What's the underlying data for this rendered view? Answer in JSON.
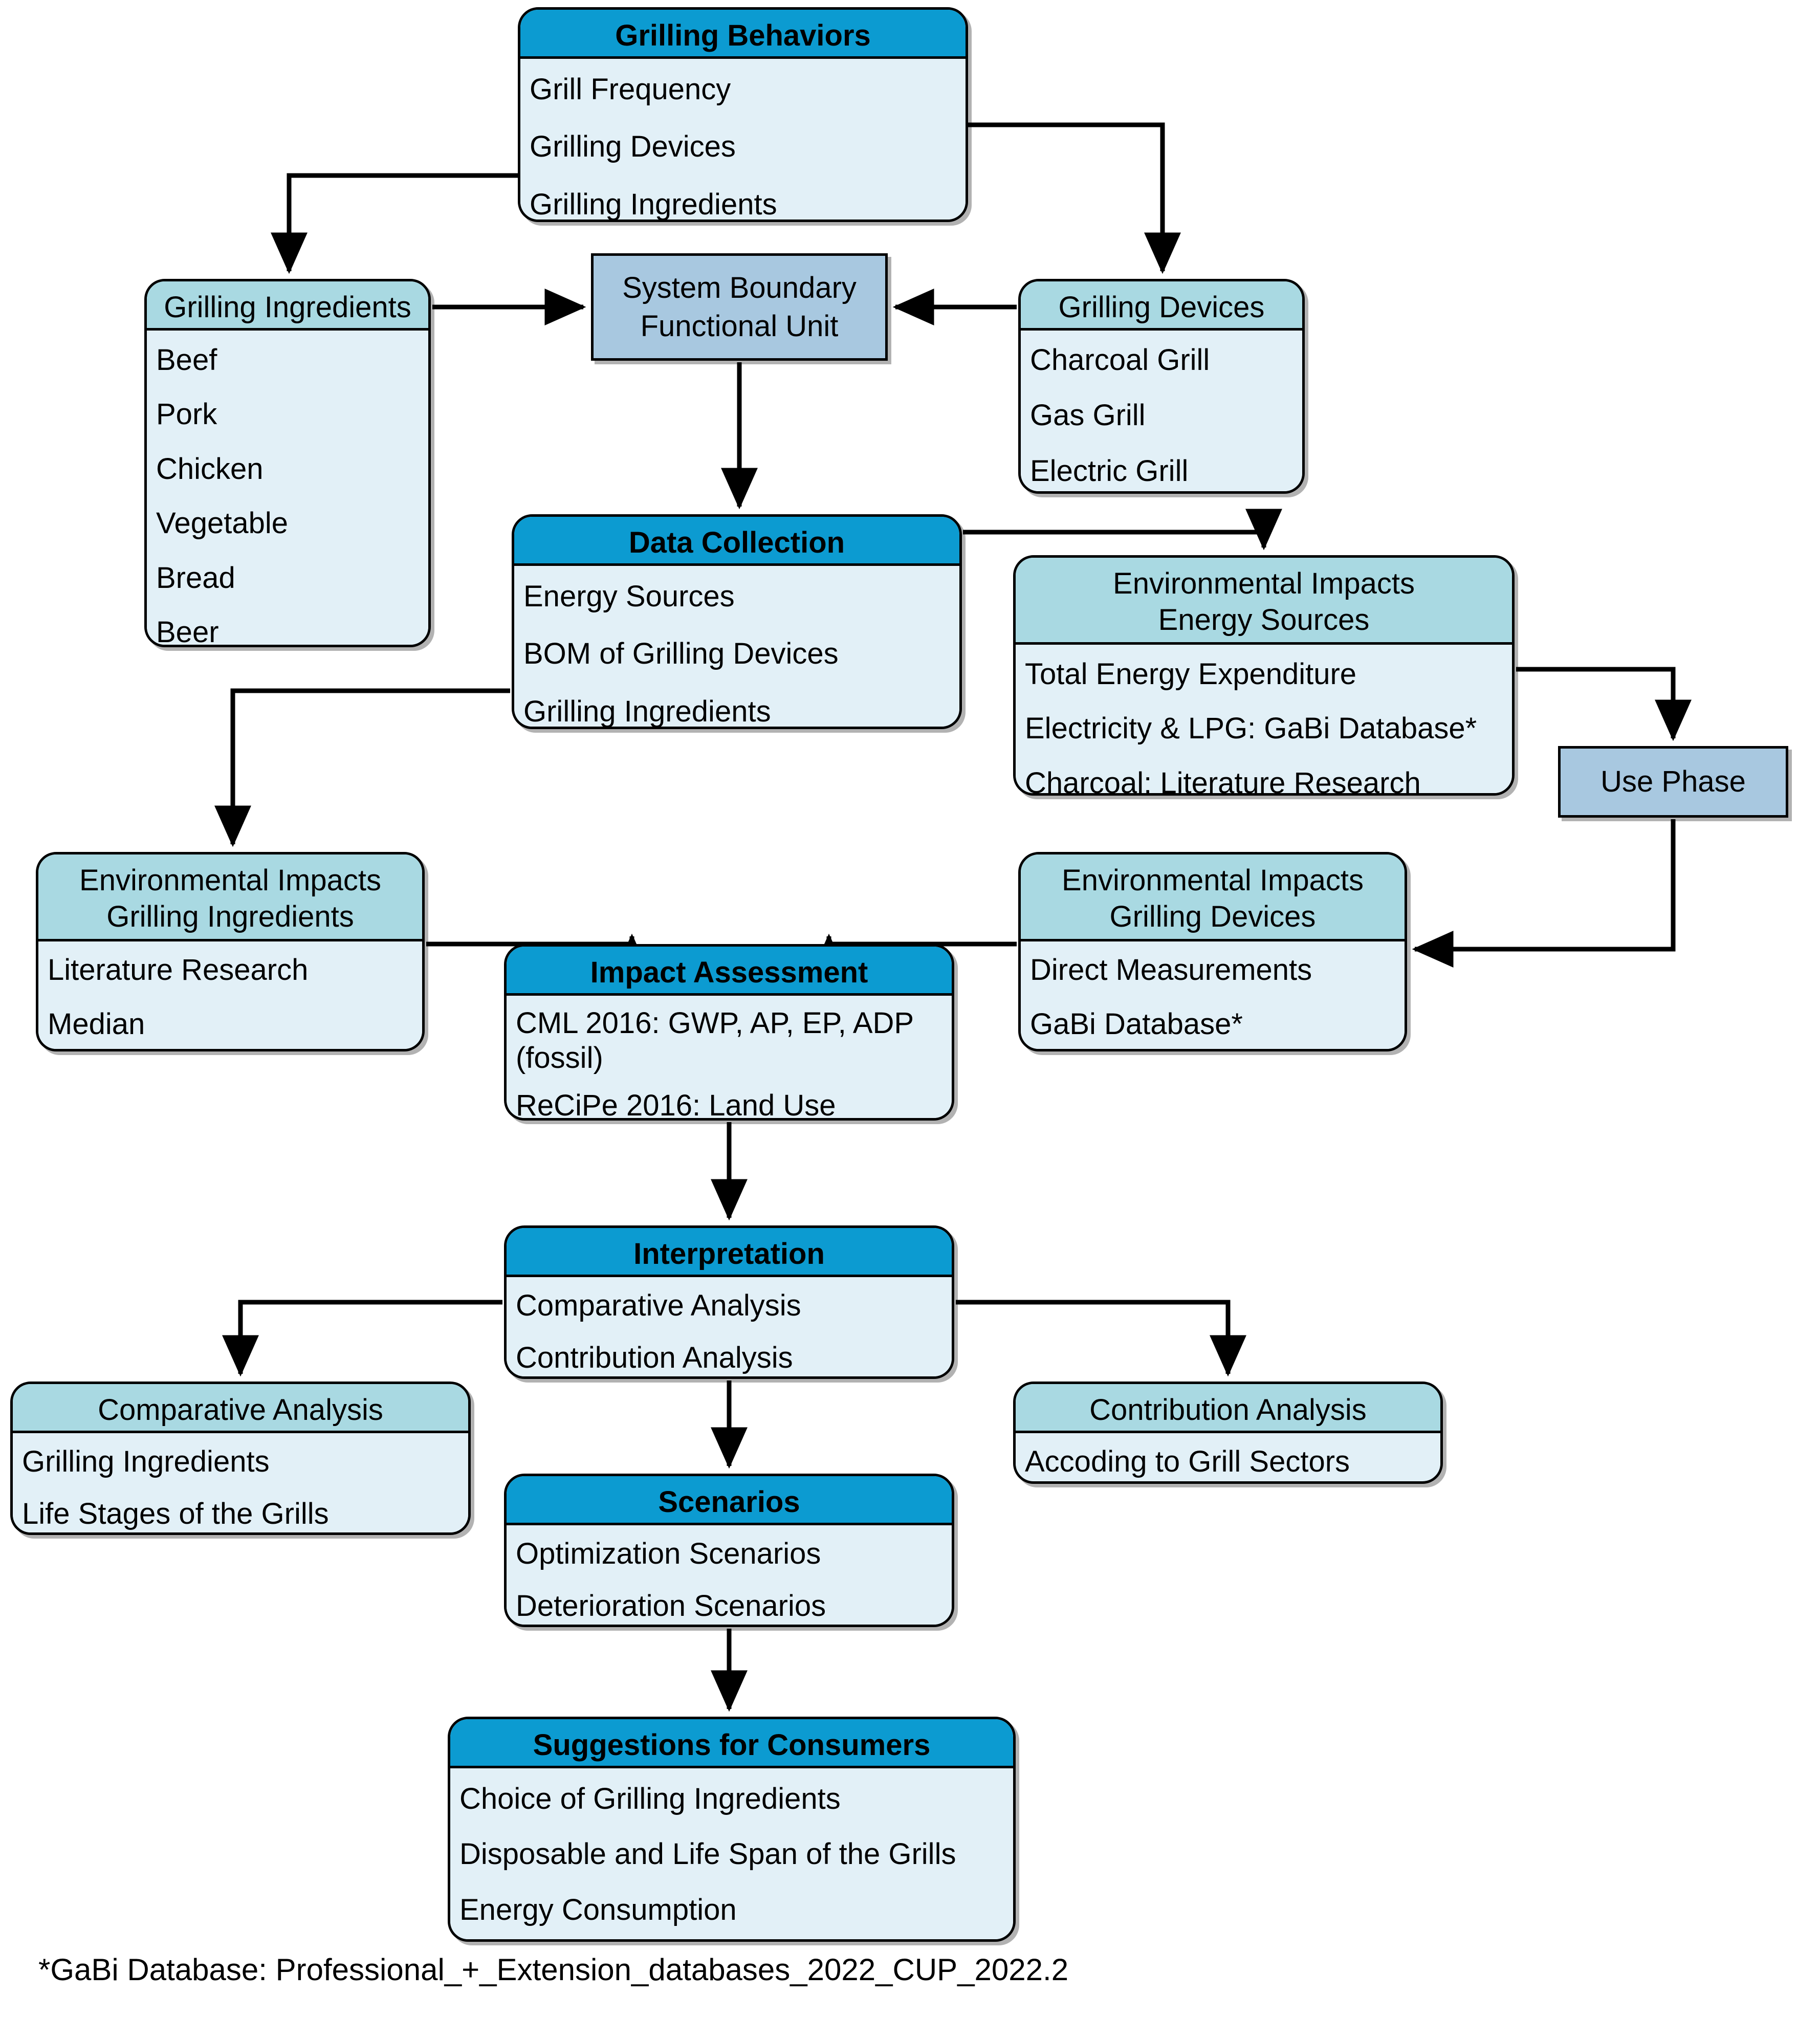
{
  "diagram": {
    "title": "Grilling LCA Methodology Flow Diagram",
    "colors": {
      "header_dark": "#0c9bd1",
      "header_teal": "#a9d9e2",
      "body_fill": "#e2f0f7",
      "plain_fill": "#a8c8e0",
      "outline": "#000000"
    }
  },
  "nodes": {
    "grilling_behaviors": {
      "header": "Grilling Behaviors",
      "items": [
        "Grill Frequency",
        "Grilling Devices",
        "Grilling Ingredients"
      ]
    },
    "grilling_ingredients": {
      "header": "Grilling Ingredients",
      "items": [
        "Beef",
        "Pork",
        "Chicken",
        "Vegetable",
        "Bread",
        "Beer"
      ]
    },
    "grilling_devices": {
      "header": "Grilling Devices",
      "items": [
        "Charcoal Grill",
        "Gas Grill",
        "Electric Grill"
      ]
    },
    "system_boundary": {
      "line1": "System Boundary",
      "line2": "Functional Unit"
    },
    "data_collection": {
      "header": "Data Collection",
      "items": [
        "Energy Sources",
        "BOM of Grilling Devices",
        "Grilling Ingredients"
      ]
    },
    "ei_energy_sources": {
      "header_line1": "Environmental Impacts",
      "header_line2": "Energy Sources",
      "items": [
        "Total Energy Expenditure",
        "Electricity & LPG: GaBi Database*",
        "Charcoal: Literature Research"
      ]
    },
    "use_phase": {
      "label": "Use Phase"
    },
    "ei_grilling_ingredients": {
      "header_line1": "Environmental Impacts",
      "header_line2": "Grilling Ingredients",
      "items": [
        "Literature Research",
        "Median"
      ]
    },
    "ei_grilling_devices": {
      "header_line1": "Environmental Impacts",
      "header_line2": "Grilling Devices",
      "items": [
        "Direct Measurements",
        "GaBi Database*"
      ]
    },
    "impact_assessment": {
      "header": "Impact Assessment",
      "items": [
        "CML 2016: GWP, AP, EP, ADP (fossil)",
        "ReCiPe 2016: Land Use"
      ]
    },
    "interpretation": {
      "header": "Interpretation",
      "items": [
        "Comparative Analysis",
        "Contribution Analysis"
      ]
    },
    "comparative_analysis": {
      "header": "Comparative Analysis",
      "items": [
        "Grilling Ingredients",
        "Life Stages of the Grills"
      ]
    },
    "contribution_analysis": {
      "header": "Contribution Analysis",
      "items": [
        "Accoding to Grill Sectors"
      ]
    },
    "scenarios": {
      "header": "Scenarios",
      "items": [
        "Optimization Scenarios",
        "Deterioration Scenarios"
      ]
    },
    "suggestions_for_consumers": {
      "header": "Suggestions for Consumers",
      "items": [
        "Choice of Grilling Ingredients",
        "Disposable and Life Span of the Grills",
        "Energy Consumption"
      ]
    }
  },
  "footnote": "*GaBi Database: Professional_+_Extension_databases_2022_CUP_2022.2"
}
